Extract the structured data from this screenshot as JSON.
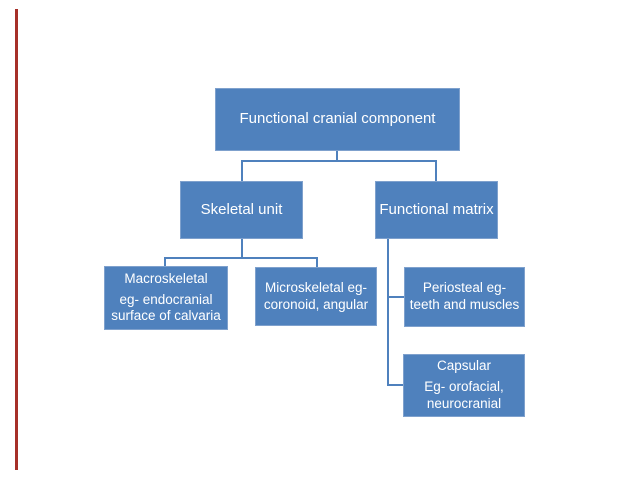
{
  "theme": {
    "box_fill": "#4f81bd",
    "box_border": "#7fa1cd",
    "connector_color": "#4f81bd",
    "text_color": "#ffffff",
    "accent_bar_color": "#a63029",
    "background_color": "#ffffff"
  },
  "diagram": {
    "root": {
      "label": "Functional cranial component"
    },
    "skeletal_unit": {
      "label": "Skeletal unit"
    },
    "functional_matrix": {
      "label": "Functional matrix"
    },
    "macroskeletal": {
      "title": "Macroskeletal",
      "example": "eg- endocranial surface of calvaria"
    },
    "microskeletal": {
      "label": "Microskeletal eg- coronoid, angular"
    },
    "periosteal": {
      "label": "Periosteal eg- teeth and muscles"
    },
    "capsular": {
      "title": "Capsular",
      "example": "Eg- orofacial, neurocranial"
    }
  }
}
